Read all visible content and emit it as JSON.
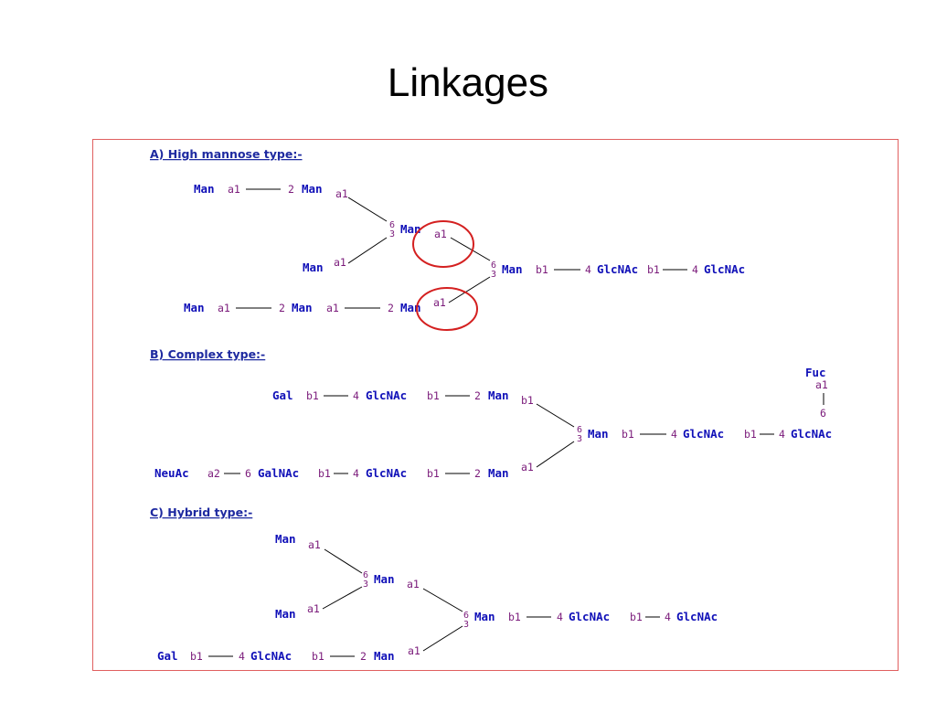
{
  "slide": {
    "title": "Linkages"
  },
  "sections": {
    "high_mannose": {
      "heading": "A) High mannose type:-",
      "r1_man1": "Man",
      "r1_l1": "a1",
      "r1_p1": "2",
      "r1_man2": "Man",
      "r1_l2": "a1",
      "branch_pos6": "6",
      "branch_pos3": "3",
      "branch_man": "Man",
      "branch_link": "a1",
      "lower_man": "Man",
      "lower_link": "a1",
      "core_pos6": "6",
      "core_pos3": "3",
      "core_man": "Man",
      "core_l1": "b1",
      "core_p1": "4",
      "core_glc1": "GlcNAc",
      "core_l2": "b1",
      "core_p2": "4",
      "core_glc2": "GlcNAc",
      "r4_man1": "Man",
      "r4_l1": "a1",
      "r4_p1": "2",
      "r4_man2": "Man",
      "r4_l2": "a1",
      "r4_p2": "2",
      "r4_man3": "Man",
      "r4_l3": "a1"
    },
    "complex": {
      "heading": "B) Complex type:-",
      "fuc": "Fuc",
      "fuc_link": "a1",
      "fuc_pos": "6",
      "top_gal": "Gal",
      "top_l1": "b1",
      "top_p1": "4",
      "top_glc": "GlcNAc",
      "top_l2": "b1",
      "top_p2": "2",
      "top_man": "Man",
      "top_l3": "b1",
      "core_pos6": "6",
      "core_pos3": "3",
      "core_man": "Man",
      "core_l1": "b1",
      "core_p1": "4",
      "core_glc1": "GlcNAc",
      "core_l2": "b1",
      "core_p2": "4",
      "core_glc2": "GlcNAc",
      "bot_neu": "NeuAc",
      "bot_l1": "a2",
      "bot_p1": "6",
      "bot_gal": "GalNAc",
      "bot_l2": "b1",
      "bot_p2": "4",
      "bot_glc": "GlcNAc",
      "bot_l3": "b1",
      "bot_p3": "2",
      "bot_man": "Man",
      "bot_l4": "a1"
    },
    "hybrid": {
      "heading": "C) Hybrid type:-",
      "up_man": "Man",
      "up_link": "a1",
      "branch_pos6": "6",
      "branch_pos3": "3",
      "branch_man": "Man",
      "branch_link": "a1",
      "lower_man": "Man",
      "lower_link": "a1",
      "core_pos6": "6",
      "core_pos3": "3",
      "core_man": "Man",
      "core_l1": "b1",
      "core_p1": "4",
      "core_glc1": "GlcNAc",
      "core_l2": "b1",
      "core_p2": "4",
      "core_glc2": "GlcNAc",
      "bot_gal": "Gal",
      "bot_l1": "b1",
      "bot_p1": "4",
      "bot_glc": "GlcNAc",
      "bot_l2": "b1",
      "bot_p2": "2",
      "bot_man": "Man",
      "bot_l3": "a1"
    }
  }
}
